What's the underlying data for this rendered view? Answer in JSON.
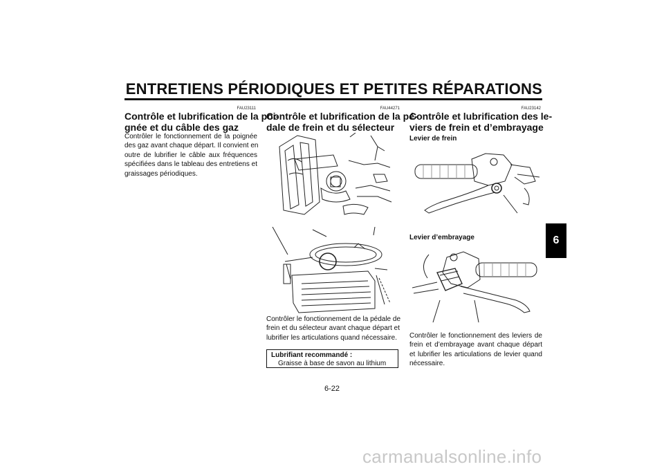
{
  "header": {
    "title": "ENTRETIENS PÉRIODIQUES ET PETITES RÉPARATIONS"
  },
  "chapter_tab": "6",
  "sections": [
    {
      "code": "FAU23111",
      "title_lines": [
        "Contrôle et lubrification de la poi-",
        "gnée et du câble des gaz"
      ],
      "body_lines": [
        "Contrôler le fonctionnement de la poignée",
        "des gaz avant chaque départ. Il convient en",
        "outre de lubrifier le câble aux fréquences",
        "spécifiées dans le tableau des entretiens et",
        "graissages périodiques."
      ]
    },
    {
      "code": "FAU44271",
      "title_lines": [
        "Contrôle et lubrification de la pé-",
        "dale de frein et du sélecteur"
      ],
      "body_lines": [
        "Contrôler le fonctionnement de la pédale de",
        "frein et du sélecteur avant chaque départ et",
        "lubrifier les articulations quand nécessaire."
      ],
      "lubricant": {
        "label": "Lubrifiant recommandé :",
        "value": "Graisse à base de savon au lithium"
      }
    },
    {
      "code": "FAU23142",
      "title_lines": [
        "Contrôle et lubrification des le-",
        "viers de frein et d’embrayage"
      ],
      "subheadings": [
        "Levier de frein",
        "Levier d’embrayage"
      ],
      "body_lines": [
        "Contrôler le fonctionnement des leviers de",
        "frein et d’embrayage avant chaque départ",
        "et lubrifier les articulations de levier quand",
        "nécessaire."
      ]
    }
  ],
  "page_number": "6-22",
  "watermark": "carmanualsonline.info"
}
